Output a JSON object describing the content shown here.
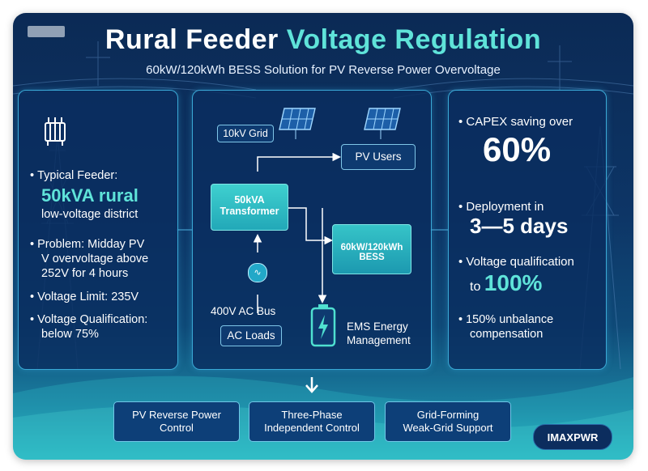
{
  "header": {
    "title_part1": "Rural Feeder",
    "title_part2": "Voltage Regulation",
    "subtitle": "60kW/120kWh BESS Solution for PV Reverse Power Overvoltage"
  },
  "left_panel": {
    "icon": "transformer-icon",
    "feeder_label": "Typical Feeder:",
    "feeder_value": "50kVA rural",
    "feeder_desc": "low-voltage district",
    "problem_line1": "Problem: Midday PV",
    "problem_line2": "V overvoltage above",
    "problem_line3": "252V for 4 hours",
    "voltage_limit": "Voltage Limit: 235V",
    "qualification_line1": "Voltage Qualification:",
    "qualification_line2": "below 75%"
  },
  "diagram": {
    "grid": "10kV Grid",
    "pv_users": "PV Users",
    "transformer_line1": "50kVA",
    "transformer_line2": "Transformer",
    "bess_line1": "60kW/120kWh",
    "bess_line2": "BESS",
    "bus": "400V AC Bus",
    "loads": "AC Loads",
    "ems_line1": "EMS Energy",
    "ems_line2": "Management"
  },
  "right_panel": {
    "capex_label": "CAPEX saving over",
    "capex_value": "60%",
    "deploy_label": "Deployment in",
    "deploy_value": "3—5 days",
    "vq_label": "Voltage qualification",
    "vq_prefix": "to",
    "vq_value": "100%",
    "unbalance_line1": "150% unbalance",
    "unbalance_line2": "compensation"
  },
  "bottom": {
    "item1": "PV Reverse Power\nControl",
    "item2": "Three-Phase\nIndependent Control",
    "item3": "Grid-Forming\nWeak-Grid Support",
    "brand": "IMAXPWR"
  },
  "colors": {
    "accent_teal": "#5fe3d9",
    "panel_border": "#3aa9d6",
    "background_top": "#0b2a55"
  }
}
